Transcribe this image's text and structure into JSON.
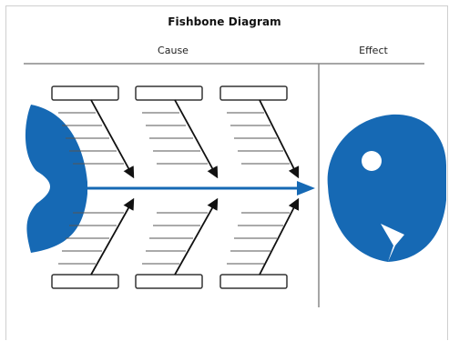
{
  "title": "Fishbone Diagram",
  "headers": {
    "cause": "Cause",
    "effect": "Effect"
  },
  "colors": {
    "fish": "#1669b4",
    "spine": "#1669b4",
    "lines": "#333333",
    "rule": "#888888"
  },
  "icons": {
    "tail": "fish-tail-icon",
    "head": "fish-head-icon"
  }
}
